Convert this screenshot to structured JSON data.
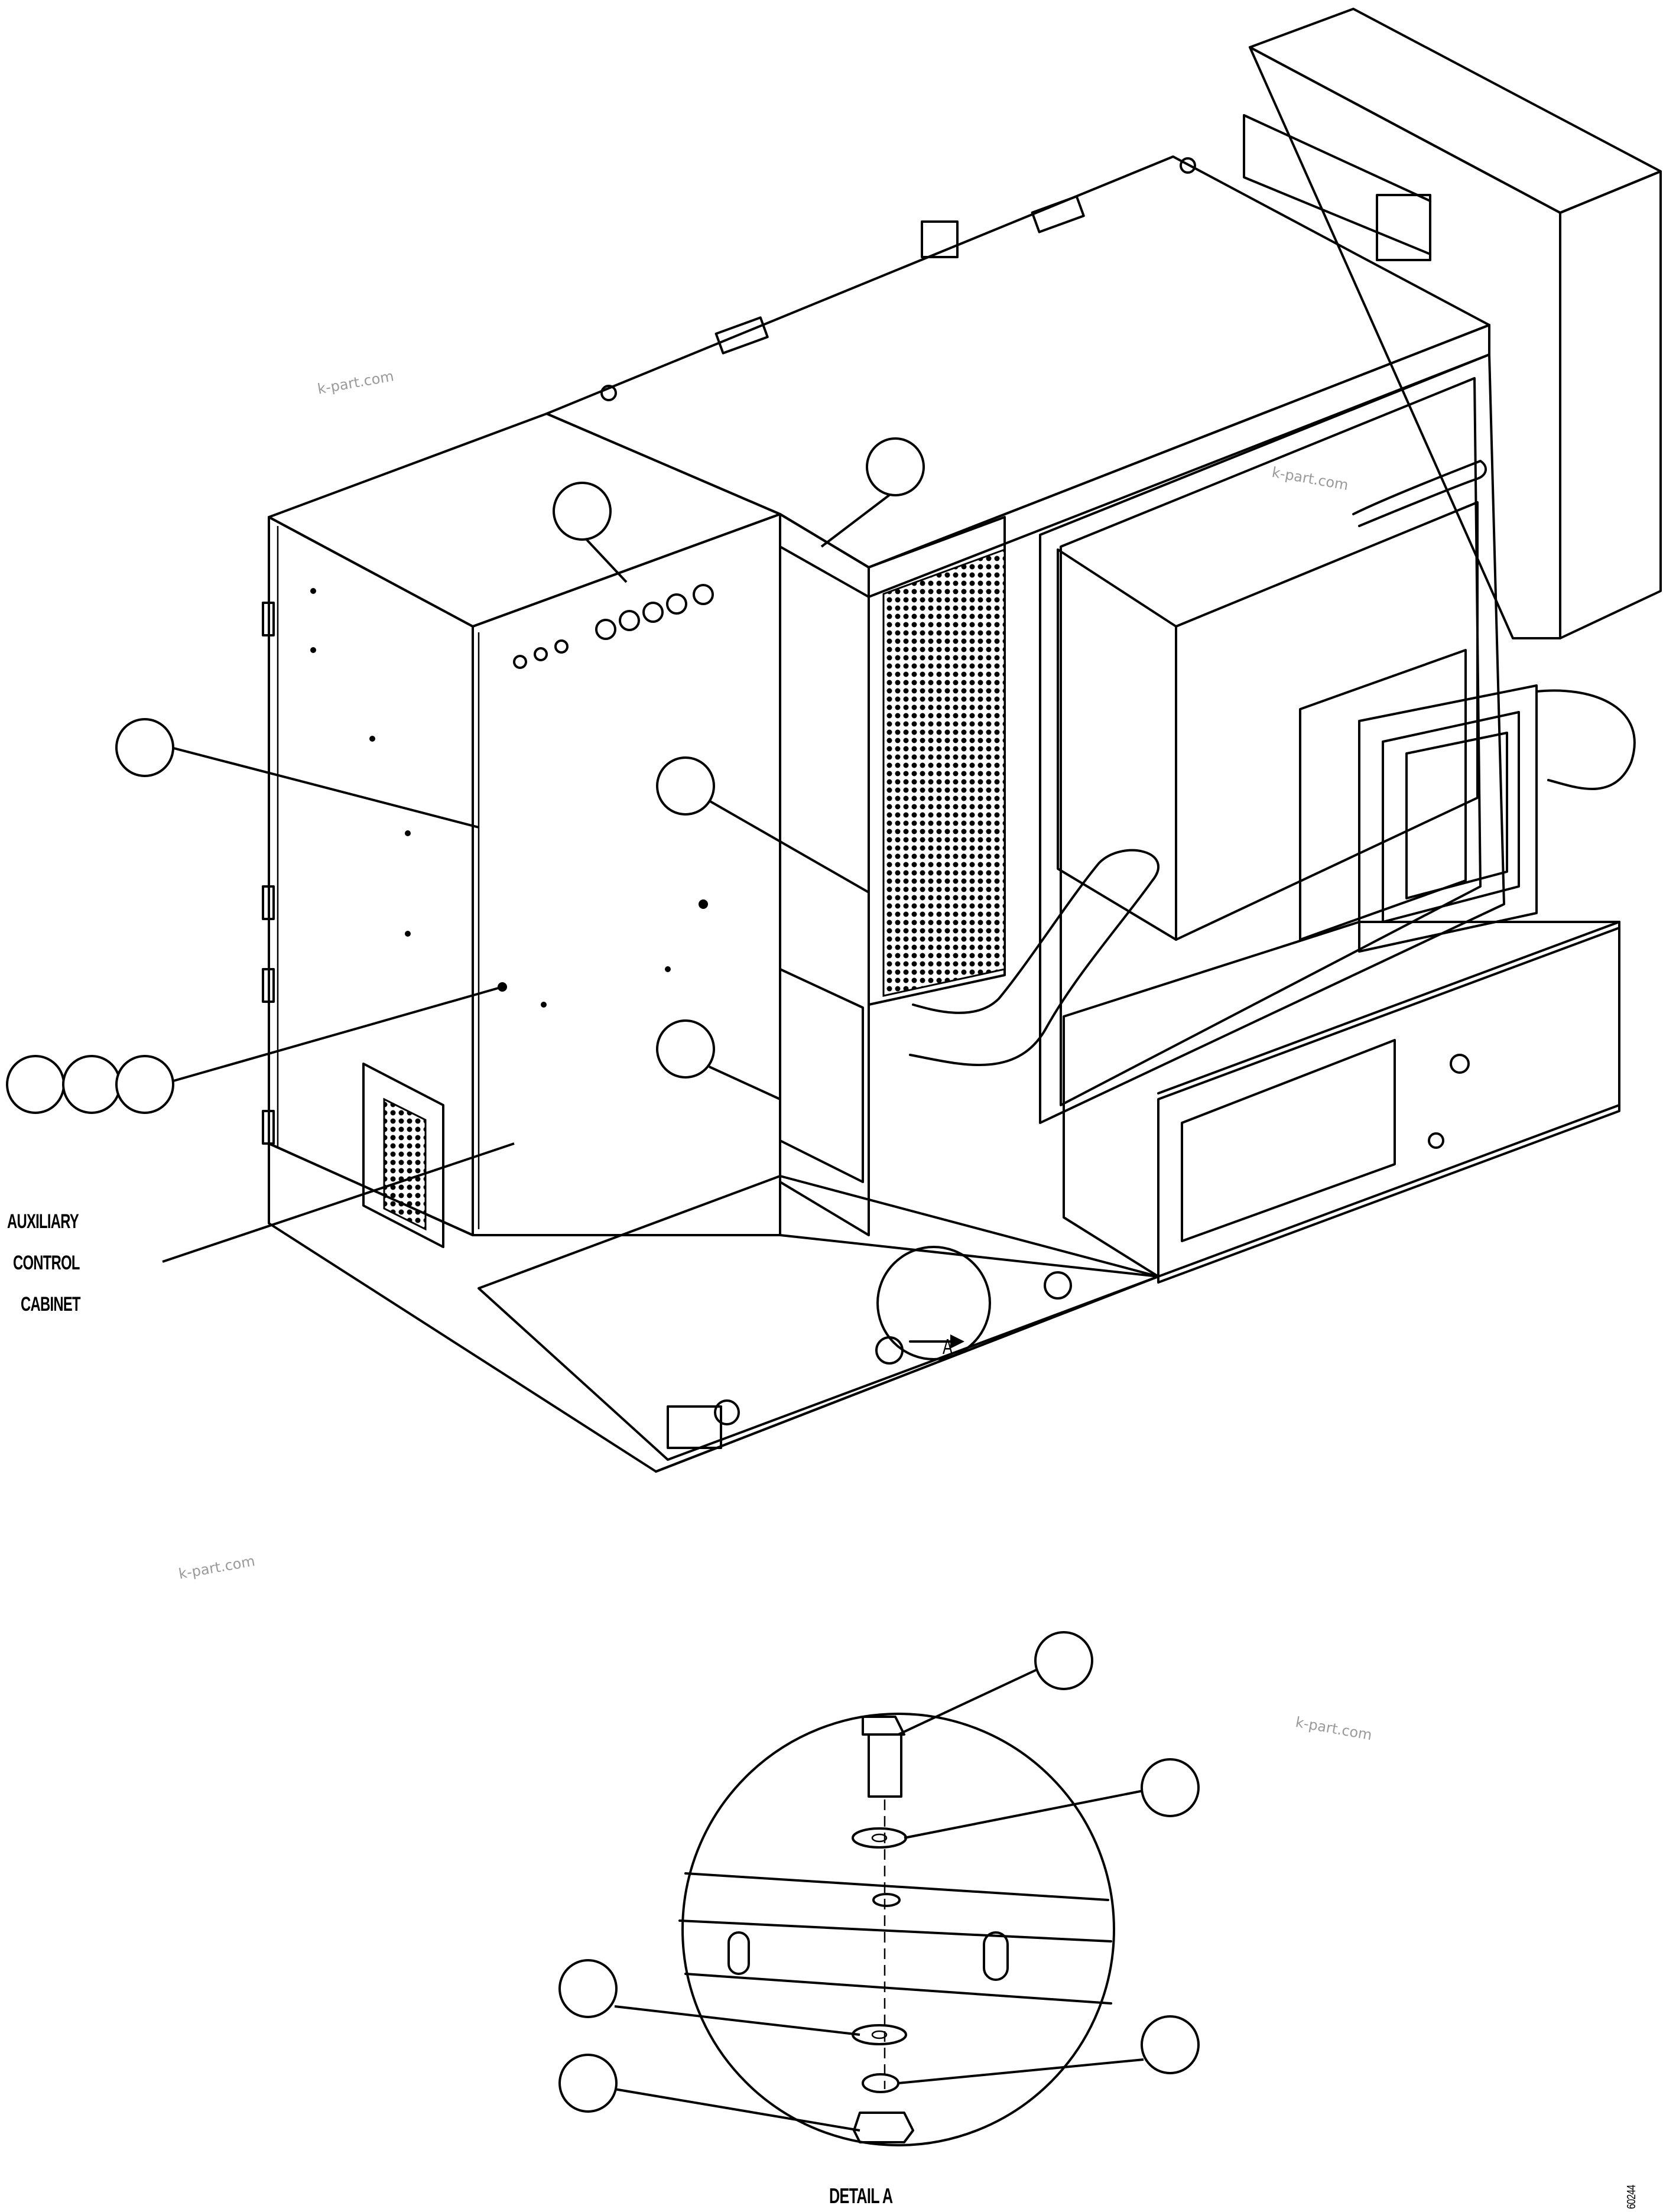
{
  "labels": {
    "aux_line1": "AUXILIARY",
    "aux_line2": "CONTROL",
    "aux_line3": "CABINET",
    "detail_marker": "A",
    "detail_caption": "DETAIL A",
    "figure_id": "60244"
  },
  "watermarks": [
    "k-part.com",
    "k-part.com",
    "k-part.com"
  ],
  "balloons": [
    {
      "id": "b1",
      "text": ""
    },
    {
      "id": "b2",
      "text": ""
    },
    {
      "id": "b3",
      "text": ""
    },
    {
      "id": "b4",
      "text": ""
    },
    {
      "id": "b5",
      "text": ""
    },
    {
      "id": "b6",
      "text": ""
    },
    {
      "id": "b7",
      "text": ""
    },
    {
      "id": "b8",
      "text": ""
    },
    {
      "id": "b9",
      "text": ""
    },
    {
      "id": "b10",
      "text": ""
    },
    {
      "id": "b11",
      "text": ""
    },
    {
      "id": "b12",
      "text": ""
    },
    {
      "id": "b13",
      "text": ""
    },
    {
      "id": "b14",
      "text": ""
    }
  ],
  "colors": {
    "line": "#000000",
    "background": "#ffffff",
    "watermark": "#9a9a9a"
  }
}
